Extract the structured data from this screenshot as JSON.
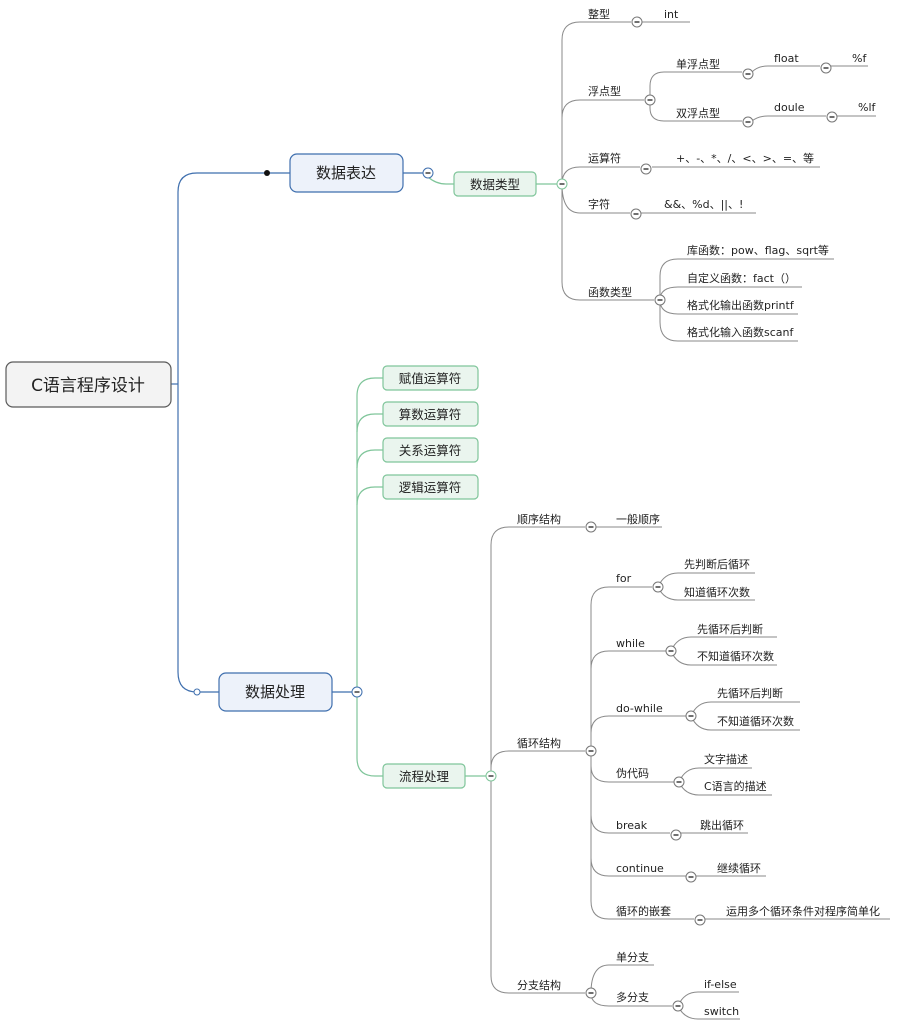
{
  "colors": {
    "root_border": "#5a5a5a",
    "level1_border": "#3f6fae",
    "level1_fill": "#edf2fa",
    "level2_border": "#7fc59a",
    "level2_fill": "#eaf5ee",
    "branch_gray": "#8a8a8a"
  },
  "root": {
    "label": "C语言程序设计"
  },
  "topics": {
    "data_expression": {
      "label": "数据表达",
      "data_types": {
        "label": "数据类型",
        "integer": {
          "label": "整型",
          "child": "int"
        },
        "floating": {
          "label": "浮点型",
          "single": {
            "label": "单浮点型",
            "keyword": "float",
            "format": "%f"
          },
          "double": {
            "label": "双浮点型",
            "keyword": "doule",
            "format": "%lf"
          }
        },
        "operators": {
          "label": "运算符",
          "child": "+、-、*、/、<、>、=、等"
        },
        "characters": {
          "label": "字符",
          "child": "&&、%d、||、!"
        },
        "functions": {
          "label": "函数类型",
          "children": [
            "库函数：pow、flag、sqrt等",
            "自定义函数：fact（）",
            "格式化输出函数printf",
            "格式化输入函数scanf"
          ]
        }
      }
    },
    "data_processing": {
      "label": "数据处理",
      "operators": [
        "赋值运算符",
        "算数运算符",
        "关系运算符",
        "逻辑运算符"
      ],
      "flow": {
        "label": "流程处理",
        "sequence": {
          "label": "顺序结构",
          "child": "一般顺序"
        },
        "loop": {
          "label": "循环结构",
          "for": {
            "label": "for",
            "children": [
              "先判断后循环",
              "知道循环次数"
            ]
          },
          "while": {
            "label": "while",
            "children": [
              "先循环后判断",
              "不知道循环次数"
            ]
          },
          "do_while": {
            "label": "do-while",
            "children": [
              "先循环后判断",
              "不知道循环次数"
            ]
          },
          "pseudo": {
            "label": "伪代码",
            "children": [
              "文字描述",
              "C语言的描述"
            ]
          },
          "break": {
            "label": "break",
            "child": "跳出循环"
          },
          "continue": {
            "label": "continue",
            "child": "继续循环"
          },
          "nested": {
            "label": "循环的嵌套",
            "child": "运用多个循环条件对程序简单化"
          }
        },
        "branch": {
          "label": "分支结构",
          "single": {
            "label": "单分支"
          },
          "multi": {
            "label": "多分支",
            "children": [
              "if-else",
              "switch"
            ]
          }
        }
      }
    }
  }
}
